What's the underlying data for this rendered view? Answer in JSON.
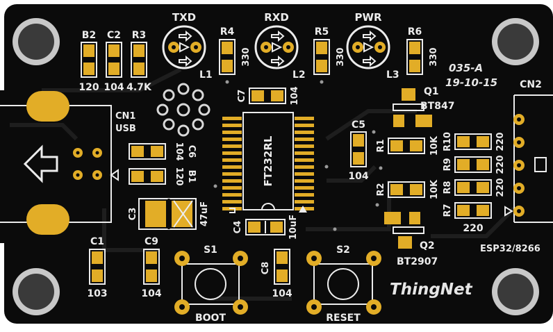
{
  "board": {
    "brand": "ThingNet",
    "revision": "035-A",
    "date": "19-10-15"
  },
  "leds": [
    {
      "label": "TXD",
      "ref": "L1"
    },
    {
      "label": "RXD",
      "ref": "L2"
    },
    {
      "label": "PWR",
      "ref": "L3"
    }
  ],
  "components": {
    "B2": {
      "ref": "B2",
      "value": "120"
    },
    "C2": {
      "ref": "C2",
      "value": "104"
    },
    "R3": {
      "ref": "R3",
      "value": "4.7K"
    },
    "R4": {
      "ref": "R4",
      "value": "330"
    },
    "R5": {
      "ref": "R5",
      "value": "330"
    },
    "R6": {
      "ref": "R6",
      "value": "330"
    },
    "C7": {
      "ref": "C7",
      "value": "104"
    },
    "C6": {
      "ref": "C6",
      "value": "104"
    },
    "B1": {
      "ref": "B1",
      "value": "120"
    },
    "C3": {
      "ref": "C3",
      "value": "47uF"
    },
    "C4": {
      "ref": "C4",
      "value": "10uF"
    },
    "C5": {
      "ref": "C5",
      "value": "104"
    },
    "R1": {
      "ref": "R1",
      "value": "10K"
    },
    "R2": {
      "ref": "R2",
      "value": "10K"
    },
    "R10": {
      "ref": "R10",
      "value": "220"
    },
    "R9": {
      "ref": "R9",
      "value": "220"
    },
    "R8": {
      "ref": "R8",
      "value": "220"
    },
    "R7": {
      "ref": "R7",
      "value": "220"
    },
    "Q1": {
      "ref": "Q1",
      "value": "BT847"
    },
    "Q2": {
      "ref": "Q2",
      "value": "BT2907"
    },
    "C1": {
      "ref": "C1",
      "value": "103"
    },
    "C9": {
      "ref": "C9",
      "value": "104"
    },
    "C8": {
      "ref": "C8",
      "value": "104"
    }
  },
  "ic": {
    "label": "FT232RL"
  },
  "usb": {
    "ref": "CN1",
    "label": "USB"
  },
  "header": {
    "ref": "CN2",
    "label": "ESP32/8266"
  },
  "buttons": [
    {
      "ref": "S1",
      "label": "BOOT"
    },
    {
      "ref": "S2",
      "label": "RESET"
    }
  ],
  "colors": {
    "board": "#0b0b0b",
    "copper": "#e2ad27",
    "silkscreen": "#ececec",
    "trace": "#1c1c1c"
  }
}
